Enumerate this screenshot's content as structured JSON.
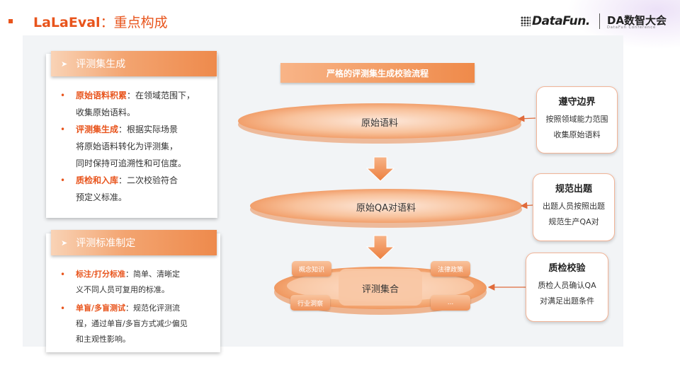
{
  "header": {
    "title_main": "LaLaEval",
    "title_sub": "：重点构成",
    "logo_datafun": "DataFun.",
    "logo_da": "DA数智大会",
    "logo_da_sub": "DataFun Conference"
  },
  "left_panel_1": {
    "heading": "评测集生成",
    "items": [
      {
        "bold": "原始语料积累",
        "text1": "：在领域范围下，",
        "text2": "收集原始语料。"
      },
      {
        "bold": "评测集生成",
        "text1": "：根据实际场景",
        "text2": "将原始语料转化为评测集，",
        "text3": "同时保持可追溯性和可信度。"
      },
      {
        "bold": "质检和入库",
        "text1": "：二次校验符合",
        "text2": "预定义标准。"
      }
    ]
  },
  "left_panel_2": {
    "heading": "评测标准制定",
    "items": [
      {
        "bold": "标注/打分标准",
        "text1": "：简单、清晰定",
        "text2": "义不同人员可复用的标准。"
      },
      {
        "bold": "单盲/多盲测试",
        "text1": "：规范化评测流",
        "text2": "程，通过单盲/多盲方式减少偏见",
        "text3": "和主观性影响。"
      }
    ]
  },
  "flow": {
    "title": "严格的评测集生成校验流程",
    "stage1": "原始语料",
    "stage2": "原始QA对语料",
    "stage3": "评测集合",
    "tags": [
      "概念知识",
      "法律政策",
      "行业洞察",
      "..."
    ]
  },
  "side_boxes": [
    {
      "title": "遵守边界",
      "line1": "按照领域能力范围",
      "line2": "收集原始语料"
    },
    {
      "title": "规范出题",
      "line1": "出题人员按照出题",
      "line2": "规范生产QA对"
    },
    {
      "title": "质检校验",
      "line1": "质检人员确认QA",
      "line2": "对满足出题条件"
    }
  ],
  "colors": {
    "accent": "#e8541c",
    "orange_light": "#f9d3b6",
    "orange_mid": "#ef8a4a",
    "box_border": "#f2b497",
    "arrow_line": "#e06b3c"
  }
}
